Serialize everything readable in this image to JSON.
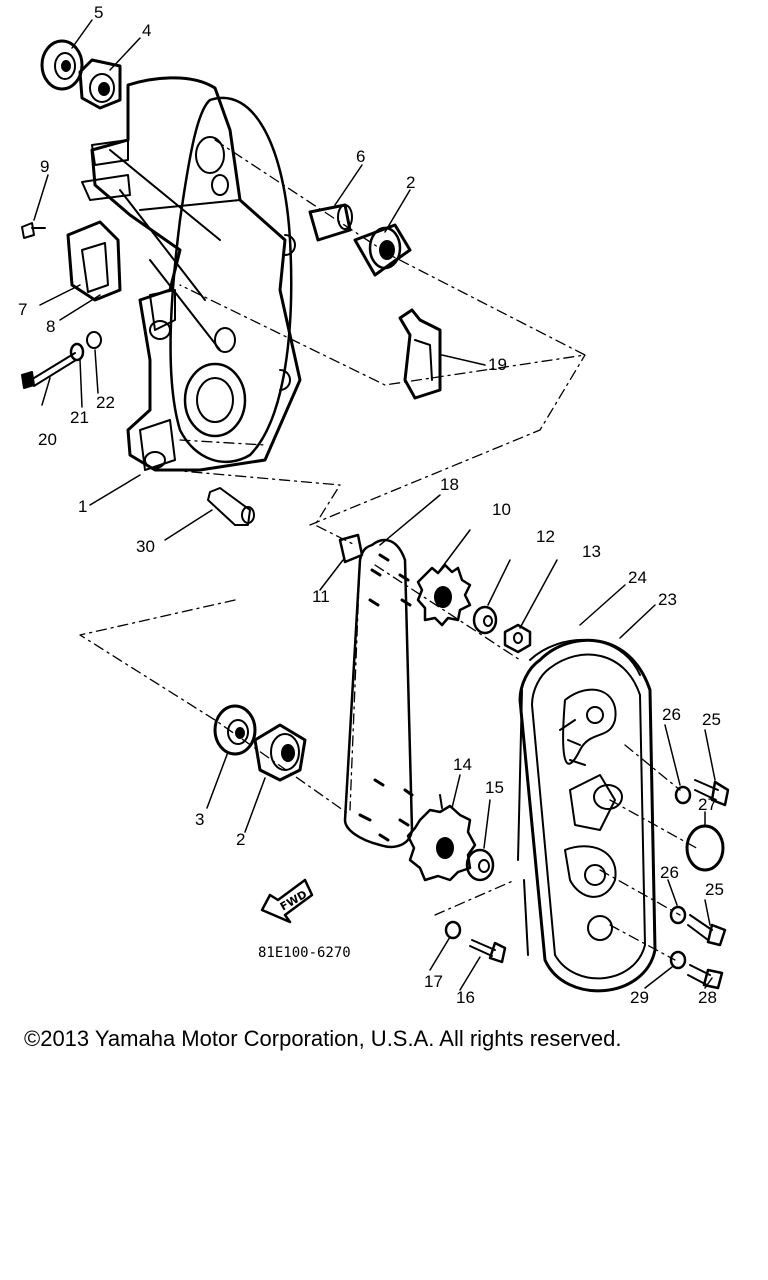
{
  "diagram": {
    "callouts": {
      "c1": "1",
      "c2a": "2",
      "c2b": "2",
      "c3": "3",
      "c4": "4",
      "c5": "5",
      "c6": "6",
      "c7": "7",
      "c8": "8",
      "c9": "9",
      "c10": "10",
      "c11": "11",
      "c12": "12",
      "c13": "13",
      "c14": "14",
      "c15": "15",
      "c16": "16",
      "c17": "17",
      "c18": "18",
      "c19": "19",
      "c20": "20",
      "c21": "21",
      "c22": "22",
      "c23": "23",
      "c24": "24",
      "c25a": "25",
      "c25b": "25",
      "c26a": "26",
      "c26b": "26",
      "c27": "27",
      "c28": "28",
      "c29": "29",
      "c30": "30"
    },
    "fwd_label": "FWD",
    "drawing_code": "81E100-6270"
  },
  "copyright": "©2013 Yamaha Motor Corporation, U.S.A. All rights reserved."
}
